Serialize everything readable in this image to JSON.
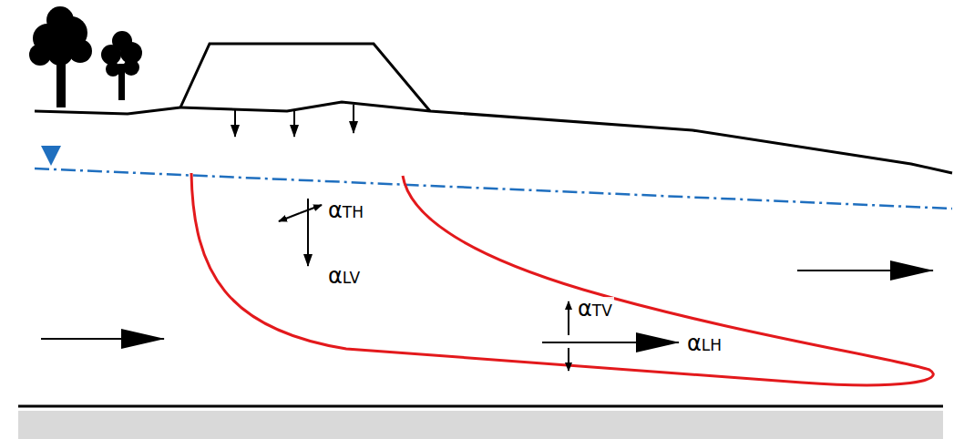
{
  "diagram": {
    "labels": [
      "αTH",
      "αLV",
      "αTV",
      "αLH"
    ]
  }
}
